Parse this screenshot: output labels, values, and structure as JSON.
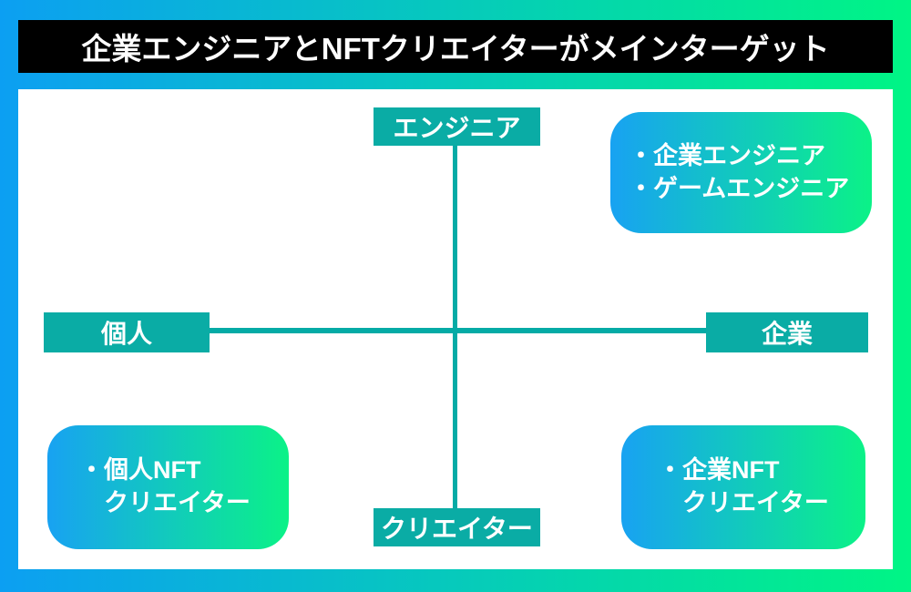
{
  "title": "企業エンジニアとNFTクリエイターがメインターゲット",
  "axes": {
    "top": "エンジニア",
    "bottom": "クリエイター",
    "left": "個人",
    "right": "企業"
  },
  "bullet": "・",
  "quadrant_boxes": {
    "top_right": {
      "items": [
        "企業エンジニア",
        "ゲームエンジニア"
      ]
    },
    "bottom_left": {
      "items": [
        "個人NFT\nクリエイター"
      ]
    },
    "bottom_right": {
      "items": [
        "企業NFT\nクリエイター"
      ]
    }
  },
  "colors": {
    "gradient_start": "#0C9FF2",
    "gradient_end": "#00F585",
    "axis_teal": "#0AACA5",
    "line_teal": "#04ABA6",
    "title_bg": "#000000",
    "text_white": "#ffffff"
  }
}
